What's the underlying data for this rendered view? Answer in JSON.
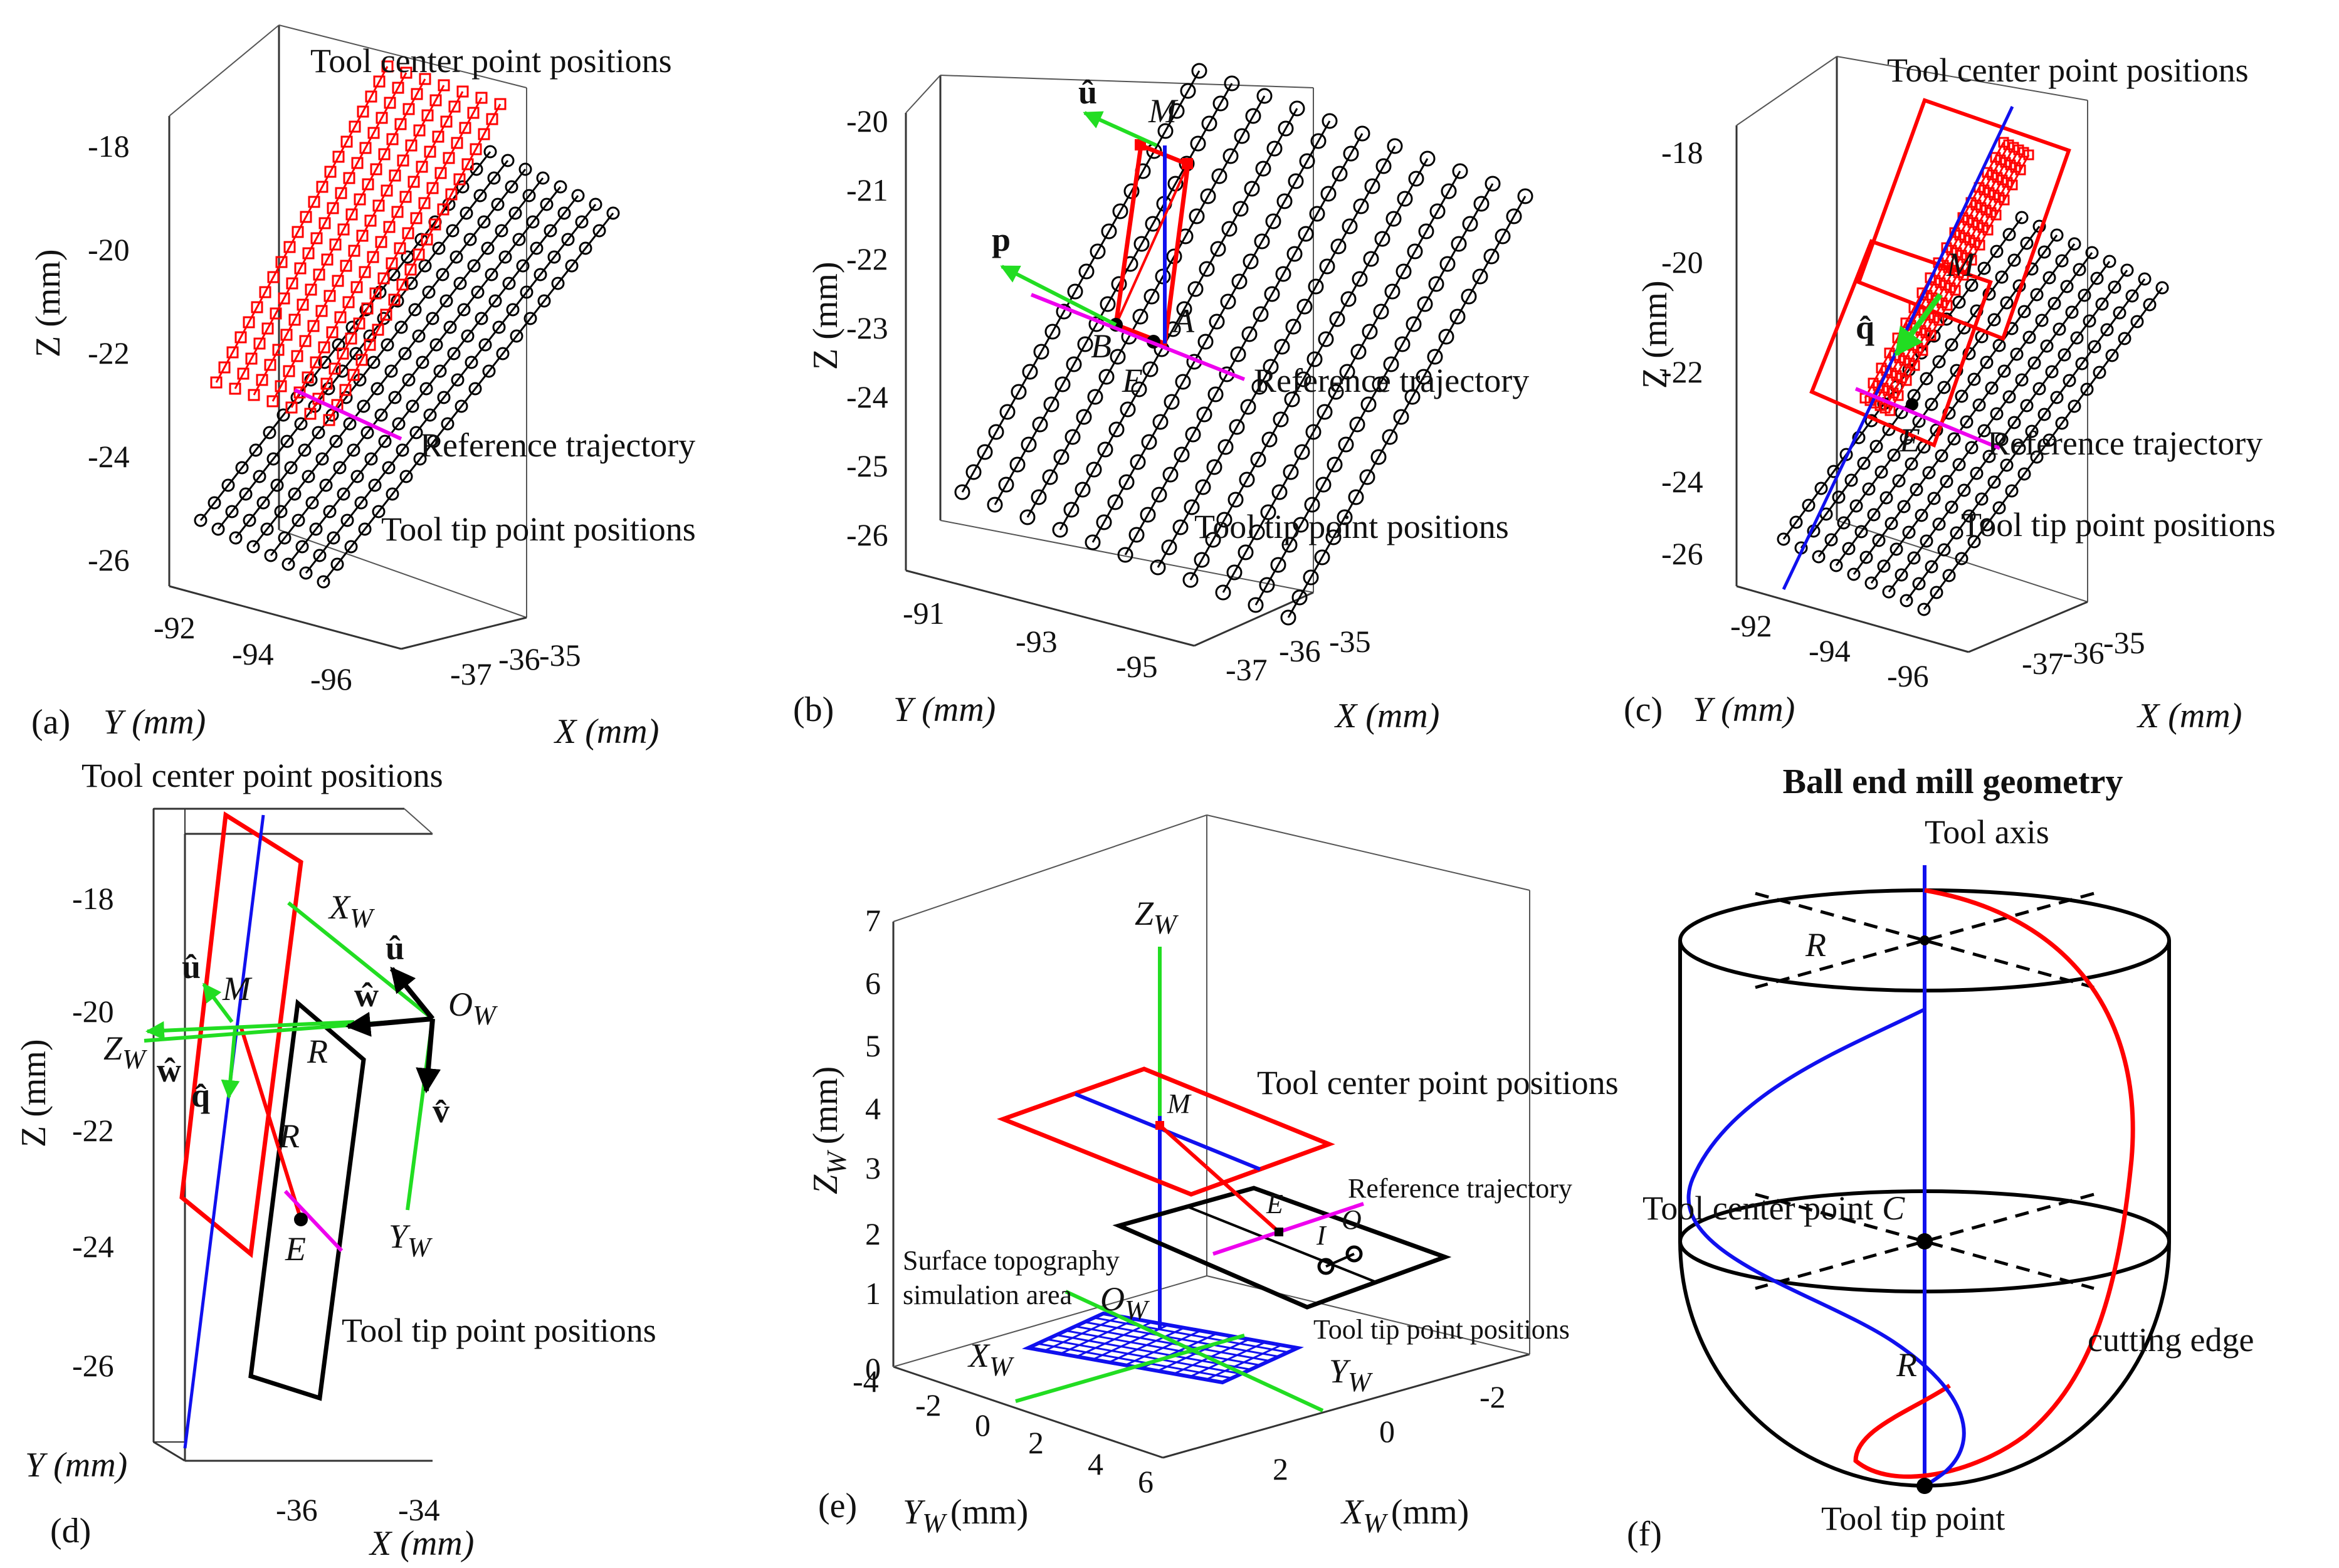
{
  "panels": {
    "a": {
      "tag": "(a)",
      "title_center": "Tool center point positions",
      "ref_traj": "Reference trajectory",
      "tip": "Tool tip point positions",
      "zlabel": "Z (mm)",
      "ylabel": "Y (mm)",
      "xlabel": "X (mm)",
      "zticks": [
        "-18",
        "-20",
        "-22",
        "-24",
        "-26"
      ],
      "yticks": [
        "-92",
        "-94",
        "-96"
      ],
      "xticks": [
        "-37",
        "-36",
        "-35"
      ]
    },
    "b": {
      "tag": "(b)",
      "ref_traj": "Reference trajectory",
      "tip": "Tool tip point positions",
      "zlabel": "Z (mm)",
      "ylabel": "Y (mm)",
      "xlabel": "X (mm)",
      "zticks": [
        "-20",
        "-21",
        "-22",
        "-23",
        "-24",
        "-25",
        "-26"
      ],
      "yticks": [
        "-91",
        "-93",
        "-95"
      ],
      "xticks": [
        "-37",
        "-36",
        "-35"
      ],
      "pt_M": "M",
      "pt_A": "A",
      "pt_B": "B",
      "pt_E": "E",
      "vec_u": "û",
      "vec_p": "p"
    },
    "c": {
      "tag": "(c)",
      "title_center": "Tool center point positions",
      "ref_traj": "Reference trajectory",
      "tip": "Tool tip point positions",
      "zlabel": "Z (mm)",
      "ylabel": "Y (mm)",
      "xlabel": "X (mm)",
      "zticks": [
        "-18",
        "-20",
        "-22",
        "-24",
        "-26"
      ],
      "yticks": [
        "-92",
        "-94",
        "-96"
      ],
      "xticks": [
        "-37",
        "-36",
        "-35"
      ],
      "pt_M": "M",
      "pt_E": "E",
      "vec_q": "q̂"
    },
    "d": {
      "tag": "(d)",
      "title_center": "Tool center point positions",
      "tip": "Tool tip point positions",
      "zlabel": "Z (mm)",
      "ylabel": "Y (mm)",
      "xlabel": "X (mm)",
      "zticks": [
        "-18",
        "-20",
        "-22",
        "-24",
        "-26"
      ],
      "xticks": [
        "-36",
        "-34"
      ],
      "pt_M": "M",
      "pt_E": "E",
      "pt_R1": "R",
      "pt_R2": "R",
      "XW": "X",
      "YW": "Y",
      "ZW": "Z",
      "OW": "O",
      "sub_W": "W",
      "vec_u1": "û",
      "vec_u2": "û",
      "vec_w1": "ŵ",
      "vec_w2": "ŵ",
      "vec_q": "q̂",
      "vec_v": "v̂"
    },
    "e": {
      "tag": "(e)",
      "center": "Tool center point positions",
      "ref_traj": "Reference trajectory",
      "tip": "Tool tip point positions",
      "sim_area_1": "Surface topography",
      "sim_area_2": "simulation area",
      "zlabel": "Z",
      "zlabel_sub": "W",
      "zlabel_unit": "(mm)",
      "ylabel": "Y",
      "ylabel_unit": "(mm)",
      "xlabel": "X",
      "xlabel_unit": "(mm)",
      "sub_W": "W",
      "zticks": [
        "0",
        "1",
        "2",
        "3",
        "4",
        "5",
        "6",
        "7"
      ],
      "yticks": [
        "-4",
        "-2",
        "0",
        "2",
        "4",
        "6"
      ],
      "xticks": [
        "-2",
        "0",
        "2"
      ],
      "pt_M": "M",
      "pt_E": "E",
      "pt_I": "I",
      "pt_O": "O",
      "OW": "O",
      "ZW": "Z",
      "XW": "X",
      "YW": "Y"
    },
    "f": {
      "tag": "(f)",
      "title": "Ball end mill geometry",
      "axis": "Tool axis",
      "center": "Tool center point",
      "center_C": "C",
      "edge": "cutting edge",
      "tip": "Tool tip point",
      "R1": "R",
      "R2": "R"
    }
  },
  "colors": {
    "red": "#ff0000",
    "black": "#000000",
    "blue": "#1010ee",
    "green": "#22dd22",
    "magenta": "#ee00ee"
  }
}
